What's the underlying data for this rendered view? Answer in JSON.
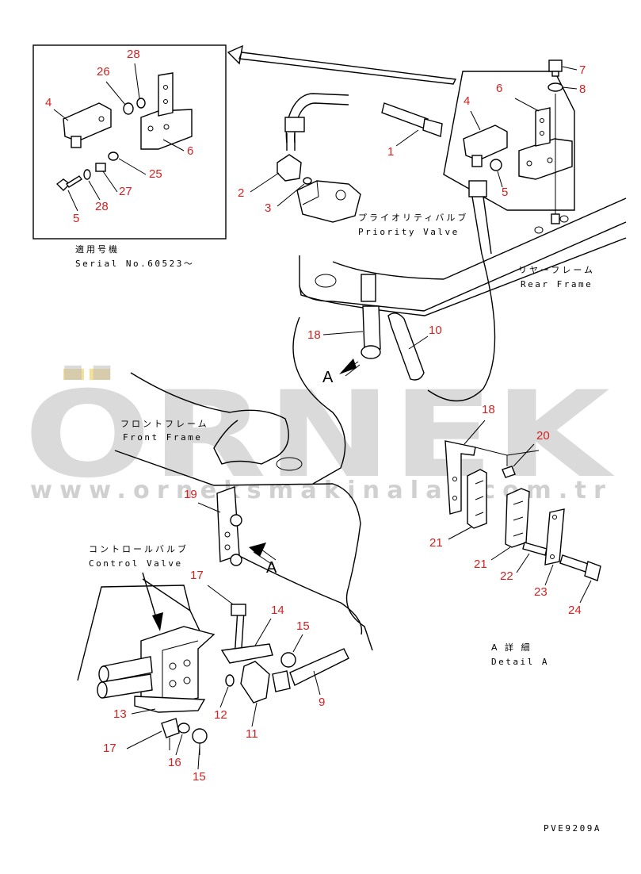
{
  "labels": {
    "serial_jp": "適用号機",
    "serial_en": "Serial No.60523～",
    "priority_jp": "プライオリティバルブ",
    "priority_en": "Priority Valve",
    "rear_jp": "リヤーフレーム",
    "rear_en": "Rear Frame",
    "front_jp": "フロントフレーム",
    "front_en": "Front Frame",
    "control_jp": "コントロールバルブ",
    "control_en": "Control Valve",
    "detail_jp": "A 詳 細",
    "detail_en": "Detail A",
    "view_a": "A",
    "view_a2": "A",
    "drawing_code": "PVE9209A"
  },
  "watermark": {
    "brand": "ÖRNEK",
    "url": "www.orneksmakinalar.com.tr",
    "color": "#bdbdbd",
    "accent": "#f2d67a"
  },
  "accent_color": "#d22222",
  "callouts": [
    "28",
    "26",
    "4",
    "6",
    "25",
    "27",
    "28",
    "5",
    "1",
    "2",
    "3",
    "7",
    "8",
    "6",
    "4",
    "5",
    "18",
    "10",
    "18",
    "20",
    "19",
    "21",
    "21",
    "22",
    "23",
    "24",
    "17",
    "14",
    "15",
    "9",
    "11",
    "12",
    "13",
    "17",
    "16",
    "15"
  ]
}
